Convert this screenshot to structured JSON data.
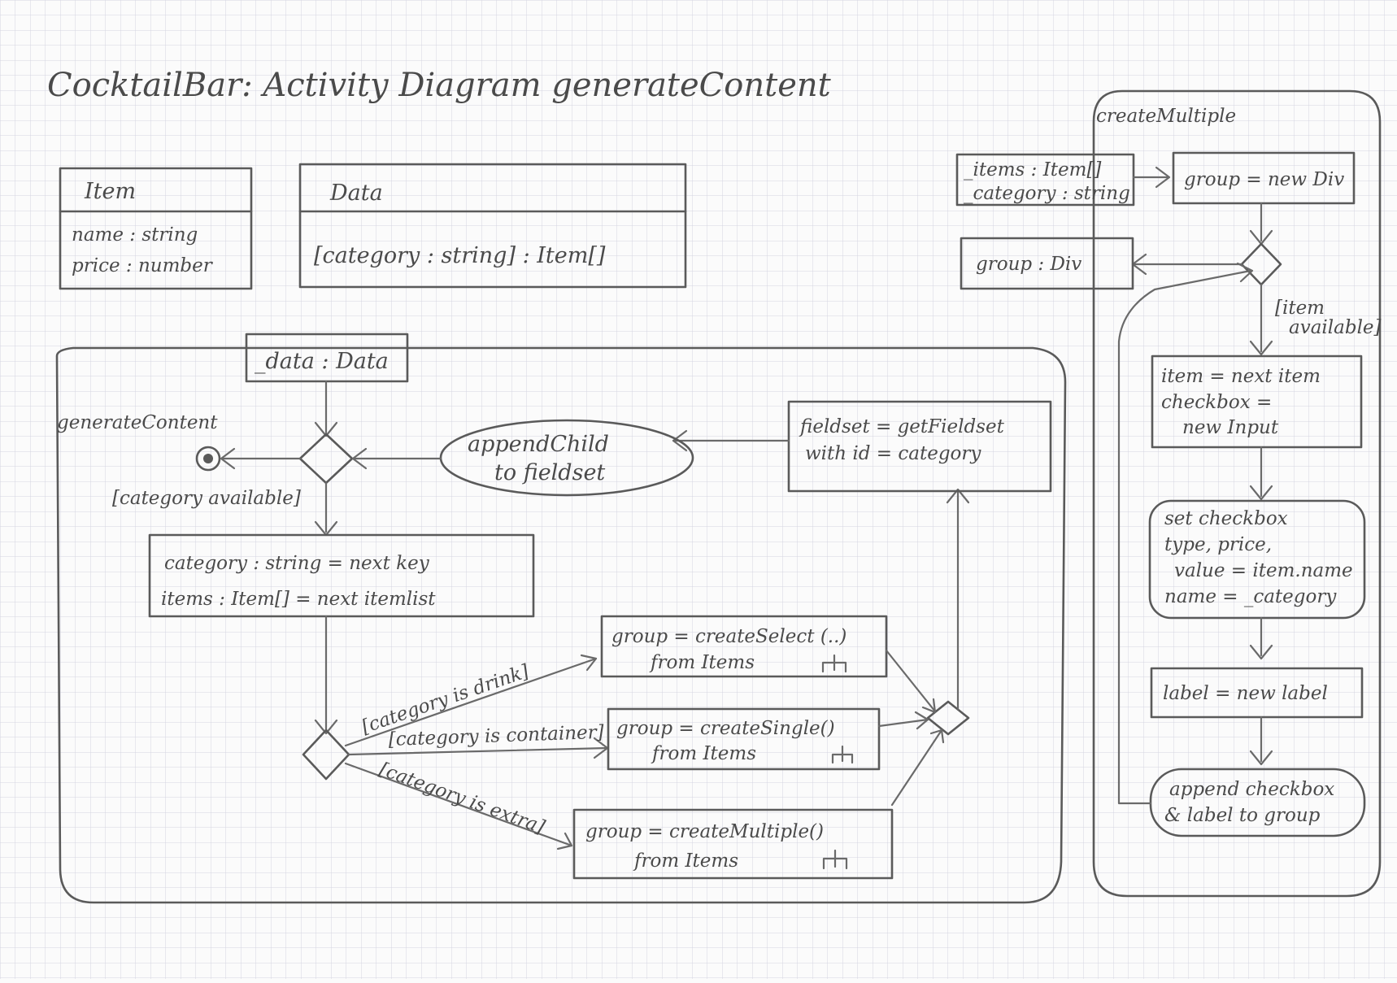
{
  "title": "CocktailBar: Activity Diagram generateContent",
  "classes": {
    "item": {
      "name": "Item",
      "attrs": [
        "name : string",
        "price : number"
      ]
    },
    "data": {
      "name": "Data",
      "attrs": [
        "[category : string] : Item[]"
      ]
    }
  },
  "main": {
    "activity_name": "generateContent",
    "param": "_data : Data",
    "guard_category_available": "[category available]",
    "next_key_lines": [
      "category : string = next key",
      "items : Item[] = next itemlist"
    ],
    "append_child_lines": [
      "appendChild",
      "to fieldset"
    ],
    "get_fieldset_lines": [
      "fieldset = getFieldset",
      "with id = category"
    ],
    "guard_drink": "[category is drink]",
    "guard_container": "[category is container]",
    "guard_extra": "[category is extra]",
    "create_select_lines": [
      "group = createSelect (..)",
      "from Items"
    ],
    "create_single_lines": [
      "group = createSingle()",
      "from Items"
    ],
    "create_multiple_lines": [
      "group = createMultiple()",
      "from Items"
    ]
  },
  "sub": {
    "activity_name": "createMultiple",
    "params_lines": [
      "_items : Item[]",
      "_category : string"
    ],
    "output_param": "group : Div",
    "new_div": "group = new Div",
    "guard_item_available_lines": [
      "[item",
      "available]"
    ],
    "next_item_lines": [
      "item = next item",
      "checkbox =",
      "new Input"
    ],
    "set_checkbox_lines": [
      "set checkbox",
      "type, price,",
      "value = item.name",
      "name = _category"
    ],
    "new_label": "label = new label",
    "append_lines": [
      "append checkbox",
      "& label to group"
    ]
  }
}
